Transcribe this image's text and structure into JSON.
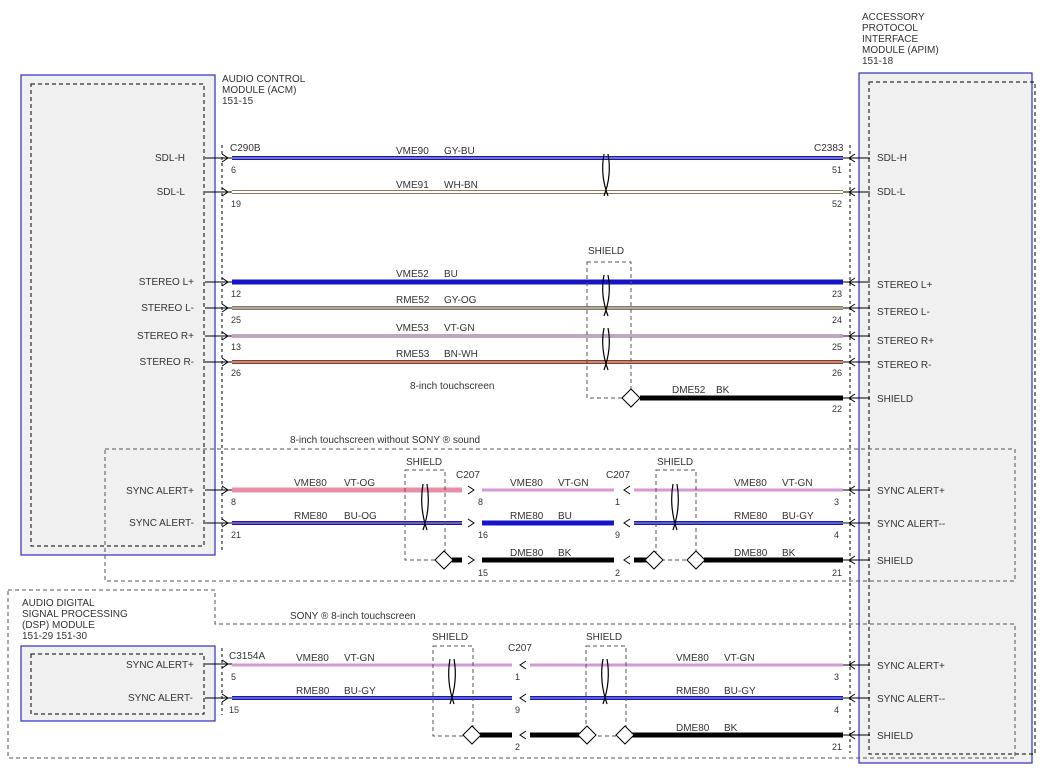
{
  "modules": {
    "acm": {
      "lines": [
        "AUDIO CONTROL",
        "MODULE (ACM)",
        "151-15"
      ]
    },
    "apim": {
      "lines": [
        "ACCESSORY",
        "PROTOCOL",
        "INTERFACE",
        "MODULE (APIM)",
        "151-18"
      ]
    },
    "dsp": {
      "lines": [
        "AUDIO DIGITAL",
        "SIGNAL PROCESSING",
        "(DSP) MODULE",
        "151-29     151-30"
      ]
    }
  },
  "connectors": {
    "c290b": "C290B",
    "c2383": "C2383",
    "c207": "C207",
    "c3154a": "C3154A"
  },
  "shield_label": "SHIELD",
  "notes": {
    "eight_inch": "8-inch touchscreen",
    "without_sony": "8-inch touchscreen without SONY ® sound",
    "sony": "SONY ® 8-inch touchscreen"
  },
  "acm_pins": {
    "sdl_h": "SDL-H",
    "sdl_l": "SDL-L",
    "stereo_lp": "STEREO L+",
    "stereo_lm": "STEREO L-",
    "stereo_rp": "STEREO R+",
    "stereo_rm": "STEREO R-",
    "sync_alert_p": "SYNC ALERT+",
    "sync_alert_m": "SYNC ALERT-"
  },
  "apim_pins": {
    "sdl_h": "SDL-H",
    "sdl_l": "SDL-L",
    "stereo_lp": "STEREO L+",
    "stereo_lm": "STEREO L-",
    "stereo_rp": "STEREO R+",
    "stereo_rm": "STEREO R-",
    "shield": "SHIELD",
    "sync_alert_p": "SYNC ALERT+",
    "sync_alert_m": "SYNC ALERT--",
    "shield2": "SHIELD",
    "sync_alert_p2": "SYNC ALERT+",
    "sync_alert_m2": "SYNC ALERT--",
    "shield3": "SHIELD"
  },
  "dsp_pins": {
    "sync_alert_p": "SYNC ALERT+",
    "sync_alert_m": "SYNC ALERT-"
  },
  "wires": {
    "sdl_h": {
      "circuit": "VME90",
      "color": "GY-BU",
      "pin_l": "6",
      "pin_r": "51"
    },
    "sdl_l": {
      "circuit": "VME91",
      "color": "WH-BN",
      "pin_l": "19",
      "pin_r": "52"
    },
    "stereo_lp": {
      "circuit": "VME52",
      "color": "BU",
      "pin_l": "12",
      "pin_r": "23"
    },
    "stereo_lm": {
      "circuit": "RME52",
      "color": "GY-OG",
      "pin_l": "25",
      "pin_r": "24"
    },
    "stereo_rp": {
      "circuit": "VME53",
      "color": "VT-GN",
      "pin_l": "13",
      "pin_r": "25"
    },
    "stereo_rm": {
      "circuit": "RME53",
      "color": "BN-WH",
      "pin_l": "26",
      "pin_r": "26"
    },
    "shield": {
      "circuit": "DME52",
      "color": "BK",
      "pin_r": "22"
    },
    "sa_p_a": {
      "circuit": "VME80",
      "color": "VT-OG",
      "pin_l": "8",
      "pin_r": "8"
    },
    "sa_p_b": {
      "circuit": "VME80",
      "color": "VT-GN",
      "pin_r": "1"
    },
    "sa_p_c": {
      "circuit": "VME80",
      "color": "VT-GN",
      "pin_r": "3"
    },
    "sa_m_a": {
      "circuit": "RME80",
      "color": "BU-OG",
      "pin_l": "21",
      "pin_r": "16"
    },
    "sa_m_b": {
      "circuit": "RME80",
      "color": "BU",
      "pin_r": "9"
    },
    "sa_m_c": {
      "circuit": "RME80",
      "color": "BU-GY",
      "pin_r": "4"
    },
    "sh2_b": {
      "circuit": "DME80",
      "color": "BK",
      "pin_l": "15",
      "pin_r": "2"
    },
    "sh2_c": {
      "circuit": "DME80",
      "color": "BK",
      "pin_r": "21"
    },
    "dsp_p_a": {
      "circuit": "VME80",
      "color": "VT-GN",
      "pin_l": "5",
      "pin_r": "1"
    },
    "dsp_p_c": {
      "circuit": "VME80",
      "color": "VT-GN",
      "pin_r": "3"
    },
    "dsp_m_a": {
      "circuit": "RME80",
      "color": "BU-GY",
      "pin_l": "15",
      "pin_r": "9"
    },
    "dsp_m_c": {
      "circuit": "RME80",
      "color": "BU-GY",
      "pin_r": "4"
    },
    "sh3_b": {
      "pin": "2"
    },
    "sh3_c": {
      "circuit": "DME80",
      "color": "BK",
      "pin_r": "21"
    }
  },
  "wire_colors": {
    "gray": "#8f8f8f",
    "blue": "#1414c8",
    "white_brown": "#b7a890",
    "gray_orange": "#8c7a60",
    "violet_green": "#d49ad4",
    "brown_white": "#8a3a2a",
    "violet_orange": "#f28ab8",
    "black": "#000000",
    "module_border": "#3030c0"
  }
}
